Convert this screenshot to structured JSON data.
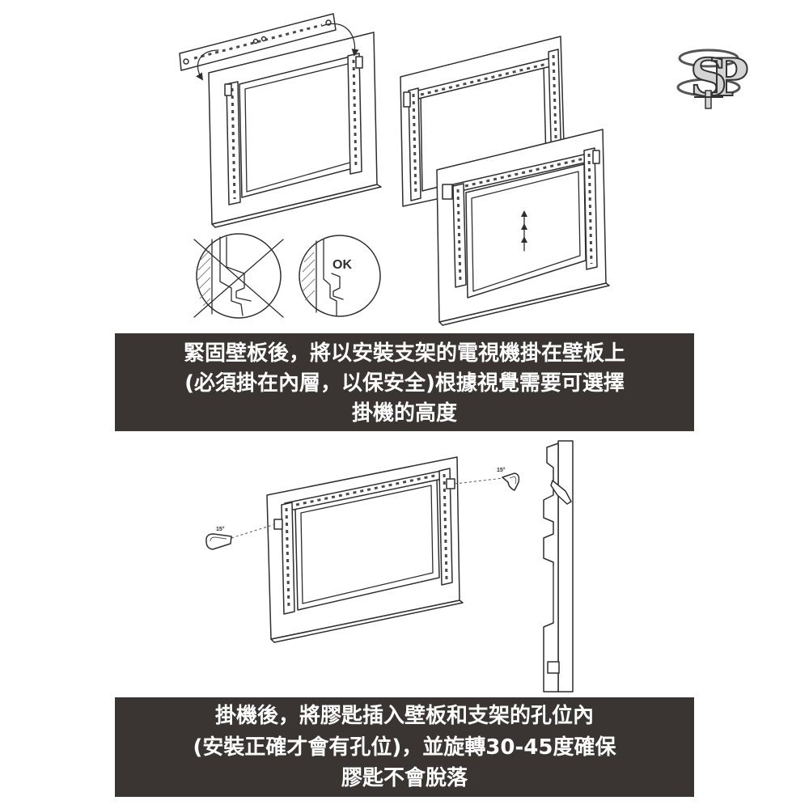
{
  "logo": {
    "text": "SP",
    "icon": "sp-brand-logo"
  },
  "step1": {
    "detail_ok_label": "OK",
    "caption_lines": [
      "緊固壁板後，將以安裝支架的電視機掛在壁板上",
      "(必須掛在內層，以保安全)根據視覺需要可選擇",
      "掛機的高度"
    ]
  },
  "step2": {
    "key_left_label": "15°",
    "key_right_label": "15°",
    "caption_lines": [
      "掛機後，將膠匙插入壁板和支架的孔位內",
      "(安裝正確才會有孔位)，並旋轉30-45度確保",
      "膠匙不會脫落"
    ]
  },
  "colors": {
    "banner": "#3a3533",
    "caption_text": "#ffffff",
    "line_art": "#2e2e2e",
    "background": "#ffffff"
  }
}
